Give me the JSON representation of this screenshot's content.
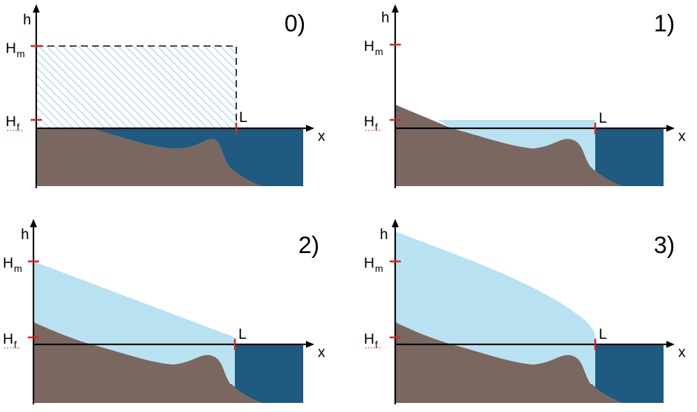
{
  "colors": {
    "ground": "#7a6760",
    "sea": "#1f5a80",
    "ice": "#b8e2f1",
    "hatch": "#9fd0e6",
    "tick": "#e02020",
    "axis": "#000000"
  },
  "panels": [
    {
      "title": "0)",
      "h_label": "h",
      "x_label": "x",
      "hm_label": "H",
      "hm_sub": "m",
      "hf_label": "H",
      "hf_sub": "f",
      "l_label": "L"
    },
    {
      "title": "1)",
      "h_label": "h",
      "x_label": "x",
      "hm_label": "H",
      "hm_sub": "m",
      "hf_label": "H",
      "hf_sub": "f",
      "l_label": "L"
    },
    {
      "title": "2)",
      "h_label": "h",
      "x_label": "x",
      "hm_label": "H",
      "hm_sub": "m",
      "hf_label": "H",
      "hf_sub": "f",
      "l_label": "L"
    },
    {
      "title": "3)",
      "h_label": "h",
      "x_label": "x",
      "hm_label": "H",
      "hm_sub": "m",
      "hf_label": "H",
      "hf_sub": "f",
      "l_label": "L"
    }
  ]
}
